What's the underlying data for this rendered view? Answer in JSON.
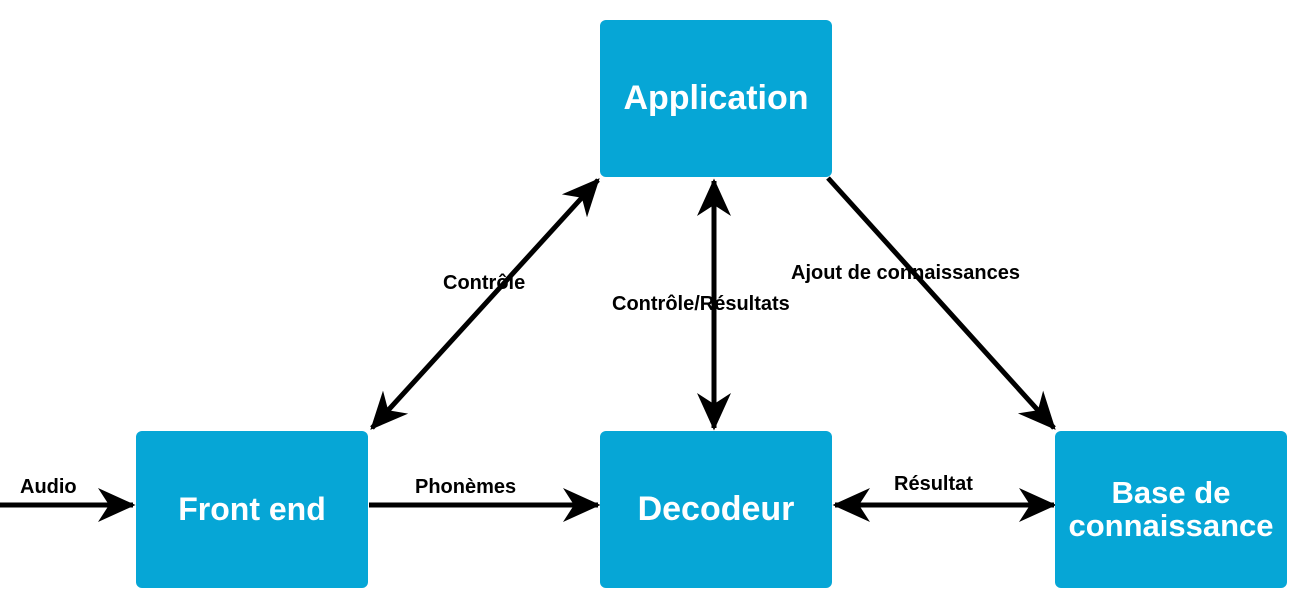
{
  "colors": {
    "box_fill": "#06A6D6",
    "box_text": "#FFFFFF",
    "arrow": "#000000",
    "label_text": "#000000"
  },
  "boxes": {
    "application": "Application",
    "front_end": "Front end",
    "decodeur": "Decodeur",
    "base_line1": "Base de",
    "base_line2": "connaissance"
  },
  "labels": {
    "audio": "Audio",
    "phonemes": "Phonèmes",
    "controle": "Contrôle",
    "controle_resultats": "Contrôle/Résultats",
    "ajout": "Ajout de connaissances",
    "resultat": "Résultat"
  }
}
